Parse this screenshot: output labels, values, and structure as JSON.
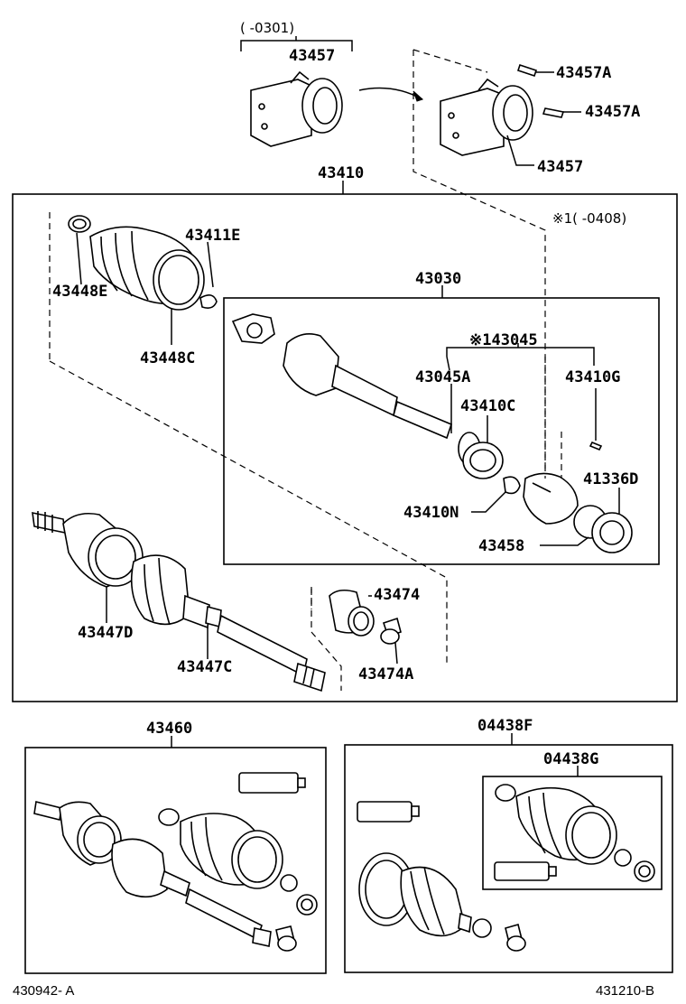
{
  "labels": {
    "p43457_date": "(   -0301)",
    "p43457_top": "43457",
    "p43457A_1": "43457A",
    "p43457A_2": "43457A",
    "p43457_right": "43457",
    "p43410": "43410",
    "note1": "※1(    -0408)",
    "p43411E": "43411E",
    "p43448E": "43448E",
    "p43448C": "43448C",
    "p43030": "43030",
    "p143045": "※143045",
    "p43045A": "43045A",
    "p43410G": "43410G",
    "p43410C": "43410C",
    "p41336D": "41336D",
    "p43410N": "43410N",
    "p43458": "43458",
    "p43474": "43474",
    "p43474A": "43474A",
    "p43447D": "43447D",
    "p43447C": "43447C",
    "p43460": "43460",
    "p04438F": "04438F",
    "p04438G": "04438G"
  },
  "footer": {
    "left_code": "430942- A",
    "right_code": "431210-B"
  }
}
